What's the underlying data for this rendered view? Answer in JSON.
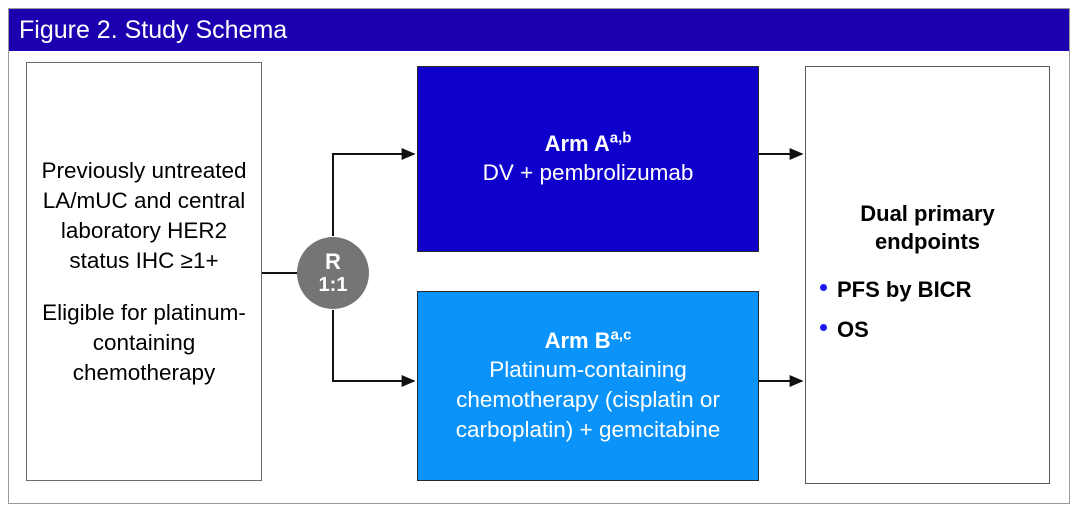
{
  "figure": {
    "title": "Figure 2. Study Schema",
    "title_bar_color": "#1b00b0"
  },
  "eligibility": {
    "name": "eligibility-criteria",
    "paragraph_1": "Previously untreated LA/mUC and central laboratory HER2 status IHC ≥1+",
    "paragraph_2": "Eligible for platinum-containing chemotherapy"
  },
  "randomization": {
    "label": "R",
    "ratio": "1:1",
    "color": "#757575"
  },
  "arms": [
    {
      "id": "arm-a",
      "title": "Arm A",
      "footnotes": "a,b",
      "description": "DV + pembrolizumab",
      "color": "#1000cc"
    },
    {
      "id": "arm-b",
      "title": "Arm B",
      "footnotes": "a,c",
      "description": "Platinum-containing chemotherapy (cisplatin or carboplatin) + gemcitabine",
      "color": "#0a93fa"
    }
  ],
  "endpoints": {
    "title": "Dual primary endpoints",
    "bullet_color": "#1a1aee",
    "items": [
      {
        "label": "PFS by BICR"
      },
      {
        "label": "OS"
      }
    ]
  }
}
